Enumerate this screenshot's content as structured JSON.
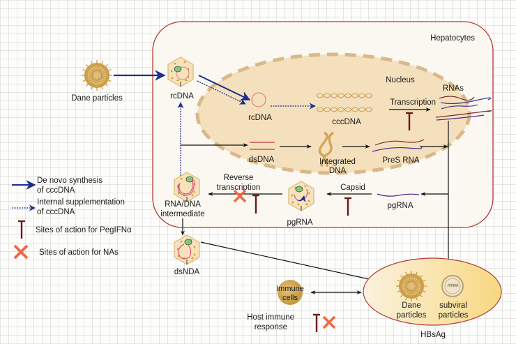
{
  "title": "HBV replication cycle and sites of action for PegIFNα and NAs",
  "compartments": {
    "hepatocyte_label": "Hepatocytes",
    "nucleus_label": "Nucleus",
    "hbsag_label": "HBsAg"
  },
  "nodes": {
    "dane_particles_outside": "Dane particles",
    "rcdna_capsid": "rcDNA",
    "rcdna_nucleus": "rcDNA",
    "cccdna": "cccDNA",
    "transcription": "Transcription",
    "rnas": "RNAs",
    "dsdna": "dsDNA",
    "integrated_dna_line1": "Integrated",
    "integrated_dna_line2": "DNA",
    "pres_rna": "PreS RNA",
    "pgrna_free": "pgRNA",
    "capsid": "Capsid",
    "pgrna_capsid": "pgRNA",
    "reverse_transcription_line1": "Reverse",
    "reverse_transcription_line2": "transcription",
    "rna_dna_line1": "RNA/DNA",
    "rna_dna_line2": "intermediate",
    "dsnda": "dsNDA",
    "immune_cells_line1": "Immune",
    "immune_cells_line2": "cells",
    "host_immune_line1": "Host immune",
    "host_immune_line2": "response",
    "hbsag_dane_line1": "Dane",
    "hbsag_dane_line2": "particles",
    "subviral_line1": "subviral",
    "subviral_line2": "particles"
  },
  "legend": {
    "items": [
      {
        "icon": "solid-blue-arrow",
        "line1": "De novo synthesis",
        "line2": "of cccDNA"
      },
      {
        "icon": "dotted-blue-arrow",
        "line1": "Internal supplementation",
        "line2": "of cccDNA"
      },
      {
        "icon": "inhibition-t-bar",
        "line1": "Sites of action for PegIFNα",
        "line2": ""
      },
      {
        "icon": "red-x",
        "line1": "Sites of action for NAs",
        "line2": ""
      }
    ]
  },
  "colors": {
    "blue_arrow": "#1a2f8a",
    "inhibitor": "#6b1a1a",
    "na_cross": "#ec6a46",
    "cell_border": "#b23a3a",
    "nucleus_fill": "#f3dcb4",
    "nucleus_dash": "#d9b88a",
    "capsid_fill": "#f6e3bd"
  }
}
